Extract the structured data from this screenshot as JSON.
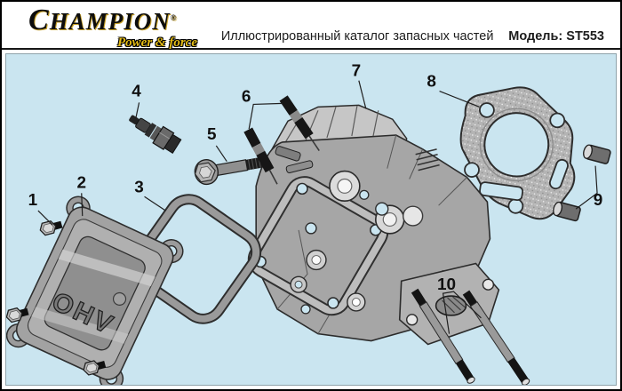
{
  "header": {
    "brand_name": "CHAMPION",
    "reg_mark": "®",
    "tagline": "Power & force",
    "title": "Иллюстрированный каталог запасных частей",
    "model": "Модель: ST553"
  },
  "diagram": {
    "embossed_text": "OHV",
    "callouts": [
      {
        "number": "1",
        "part": "valve-cover-bolt"
      },
      {
        "number": "2",
        "part": "valve-cover"
      },
      {
        "number": "3",
        "part": "valve-cover-gasket"
      },
      {
        "number": "4",
        "part": "spark-plug"
      },
      {
        "number": "5",
        "part": "flange-bolt"
      },
      {
        "number": "6",
        "part": "short-studs"
      },
      {
        "number": "7",
        "part": "cylinder-head"
      },
      {
        "number": "8",
        "part": "cylinder-head-gasket"
      },
      {
        "number": "9",
        "part": "dowel-pins"
      },
      {
        "number": "10",
        "part": "long-studs"
      }
    ],
    "colors": {
      "canvas_bg": "#cae5f0",
      "part_gray": "#a6a6a6",
      "outline": "#2b2b2b",
      "brand_gold": "#c9a227"
    }
  }
}
